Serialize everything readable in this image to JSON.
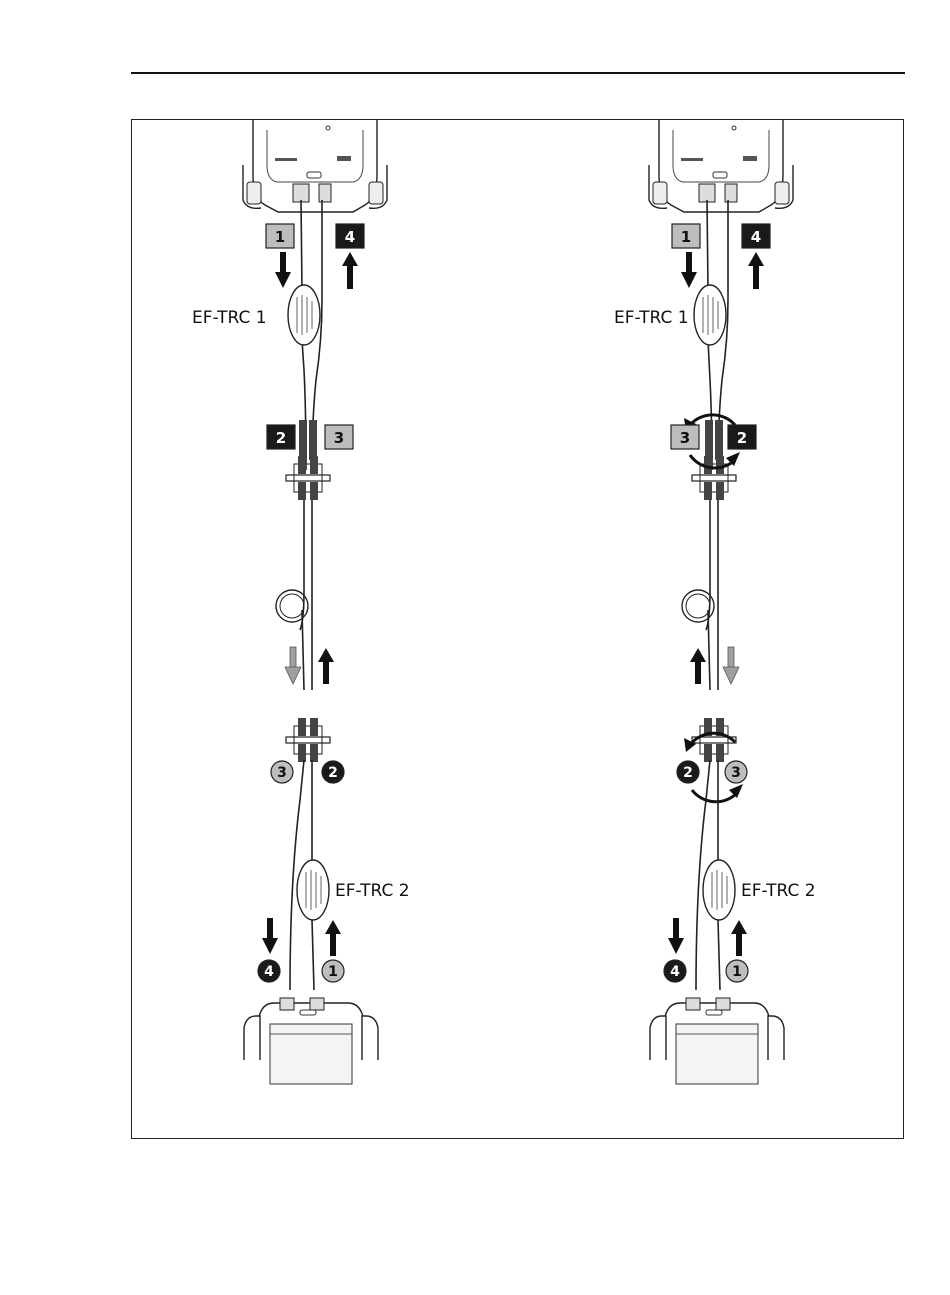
{
  "labels": {
    "trc1": "EF-TRC 1",
    "trc2": "EF-TRC 2"
  },
  "markers": {
    "sq1": "1",
    "sq2": "2",
    "sq3": "3",
    "sq4": "4",
    "c1": "1",
    "c2": "2",
    "c3": "3",
    "c4": "4"
  },
  "colors": {
    "dark_marker": "#1a1a1a",
    "gray_marker": "#bdbdbd",
    "gray_arrow": "#a0a0a0"
  }
}
